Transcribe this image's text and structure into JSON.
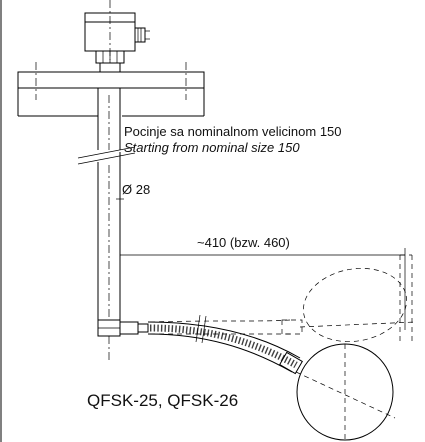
{
  "notes": {
    "nominal_size_sr": "Pocinje sa nominalnom velicinom 150",
    "nominal_size_en": "Starting from nominal size 150"
  },
  "dimensions": {
    "diameter": "Ø 28",
    "length": "~410 (bzw. 460)"
  },
  "model_label": "QFSK-25, QFSK-26"
}
